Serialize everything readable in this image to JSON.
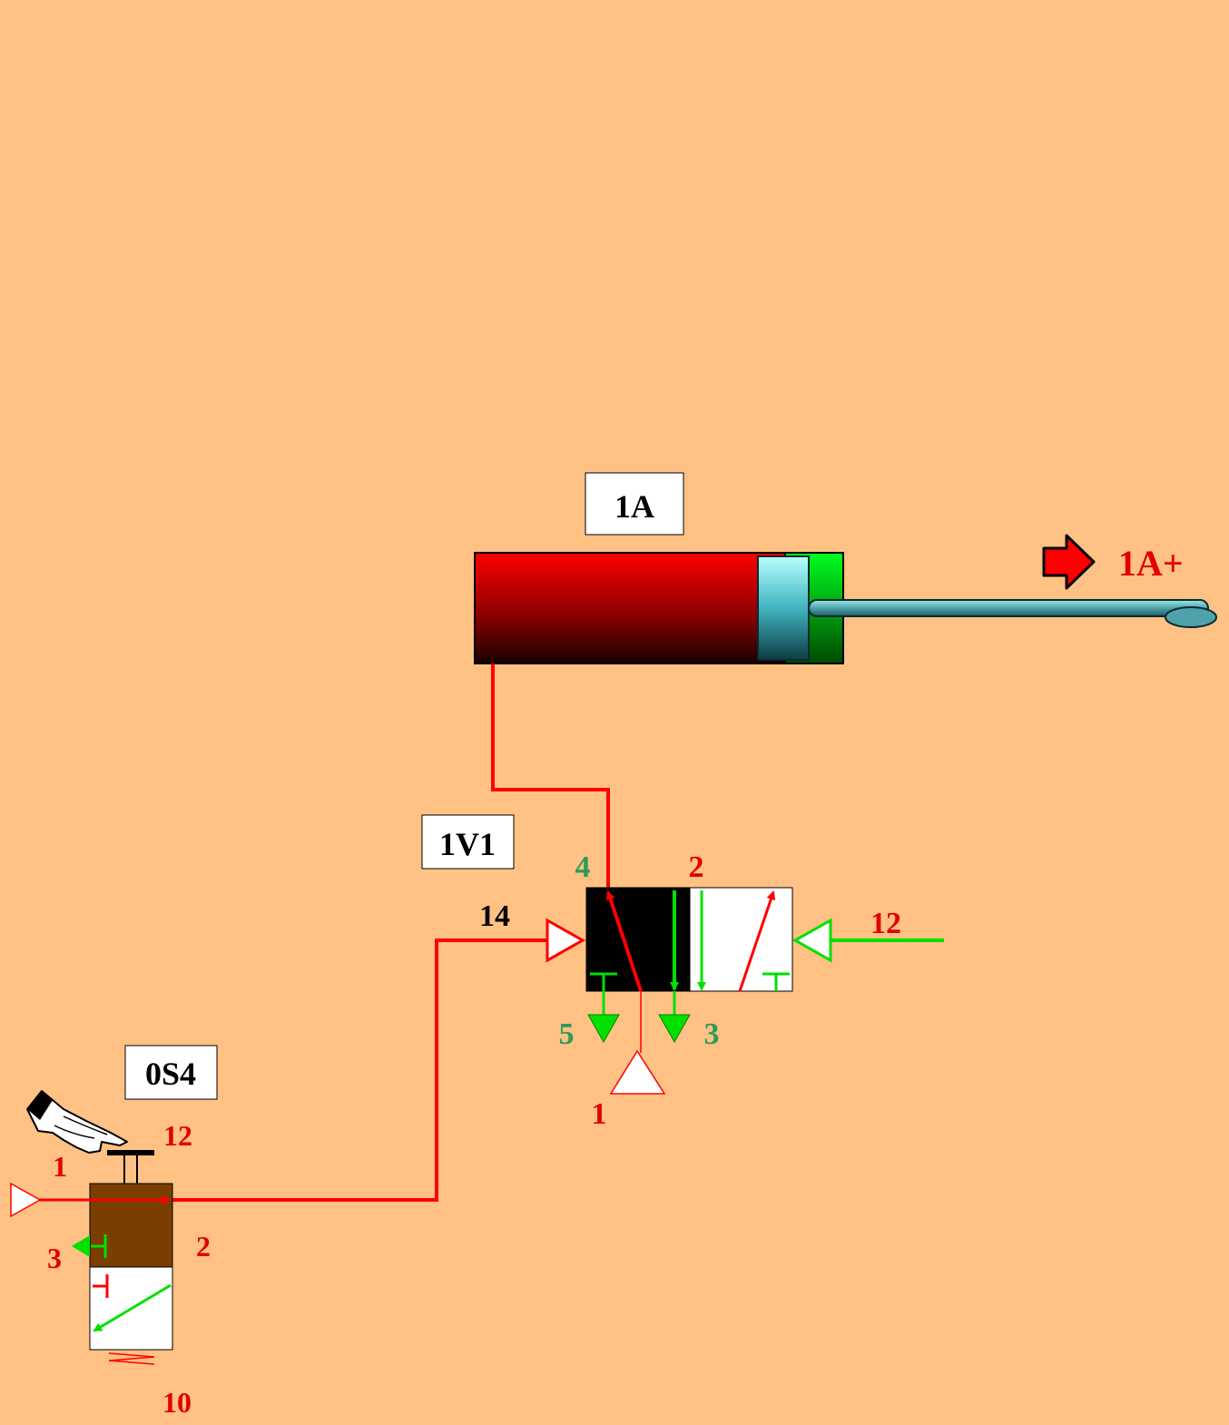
{
  "components": {
    "cylinder": {
      "tag": "1A",
      "motion": "1A+"
    },
    "valve_5_2": {
      "tag": "1V1",
      "ports": {
        "p4": "4",
        "p2": "2",
        "p14": "14",
        "p12": "12",
        "p5": "5",
        "p3": "3",
        "p1": "1"
      }
    },
    "valve_3_2": {
      "tag": "0S4",
      "ports": {
        "p1": "1",
        "p12": "12",
        "p2": "2",
        "p3": "3",
        "p10": "10"
      }
    }
  },
  "colors": {
    "background": "#FFC184",
    "pressure": "#FF0000",
    "exhaust": "#00E000",
    "port_label_green": "#2E9B5A",
    "port_label_red": "#E00000",
    "valve_active_fill": "#000000",
    "pushbutton_valve_body": "#7A3E00",
    "rod": "#5FB0B8"
  },
  "icons": [
    "pointing-hand-icon",
    "motion-arrow-icon",
    "pressure-source-icon",
    "exhaust-icon",
    "spring-icon"
  ]
}
